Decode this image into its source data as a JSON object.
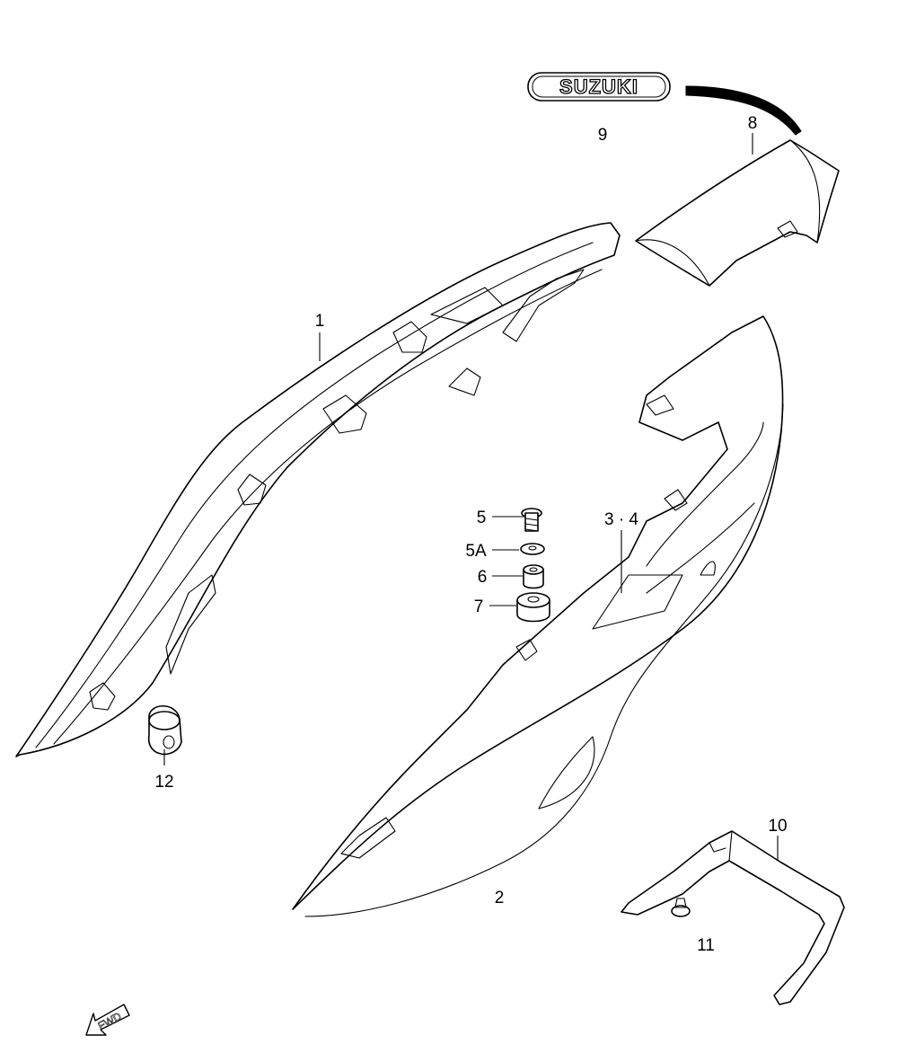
{
  "callouts": {
    "c1": "1",
    "c2": "2",
    "c34": "3 · 4",
    "c5": "5",
    "c5a": "5A",
    "c6": "6",
    "c7": "7",
    "c8": "8",
    "c9": "9",
    "c10": "10",
    "c11": "11",
    "c12": "12"
  },
  "emblem": {
    "text": "SUZUKI"
  },
  "direction_arrow": {
    "text": "FWD"
  },
  "icons": {
    "emblem": "suzuki-emblem-icon",
    "arrow": "fwd-arrow-icon"
  }
}
